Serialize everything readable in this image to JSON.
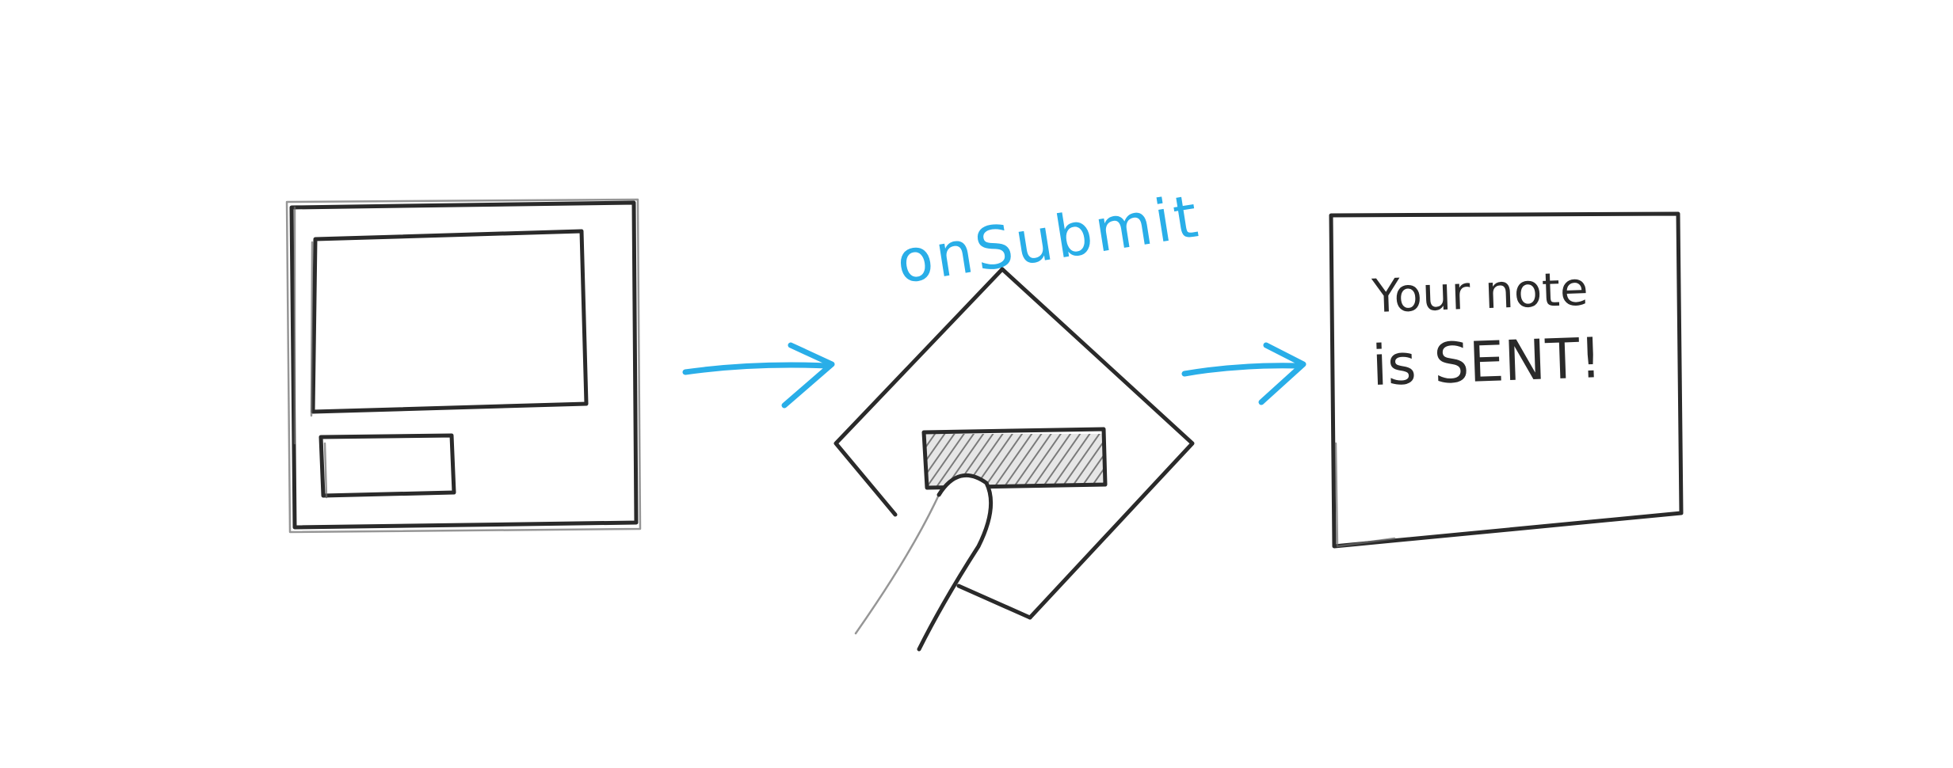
{
  "diagram": {
    "event_label": "onSubmit",
    "confirmation_line_1": "Your note",
    "confirmation_line_2": "is SENT!"
  },
  "colors": {
    "pencil": "#2a2a2a",
    "accent_blue": "#29aee8",
    "background": "#ffffff"
  }
}
